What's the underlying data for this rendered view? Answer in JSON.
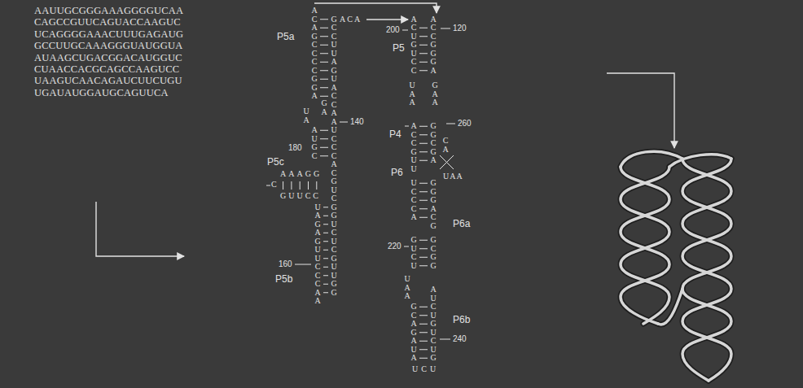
{
  "diagram": {
    "labels": [
      "AAUUGCGGGAAAGGGGUCAA",
      "CAGCCGUUCAGUACCAAGUC",
      "UCAGGGGAAACUUUGAGAUG",
      "GCCUUGCAAAGGGUAUGGUA",
      "AUAAGCUGACGGACAUGGUC",
      "CUAACCACGCAGCCAAGUCC",
      "UAAGUCAACAGAUCUUCUGU",
      "UGAUAUGGAUGCAGUUCA",
      "P5a",
      "P5",
      "P5c",
      "P4",
      "P6",
      "P5b",
      "P6a",
      "P6b",
      "200",
      "120",
      "180",
      "260",
      "140",
      "160",
      "220",
      "240",
      "ACAGCCCCGGA",
      "GA",
      "UA",
      "AUGC",
      "AAAGG",
      "C",
      "GUUCC",
      "UAGAGUUCCCAA",
      "GCCUUAGUACCA",
      "ACA",
      "AUCCCACGUCGGUCUCGUUGG",
      "ACUGUCC",
      "ACCGGGA",
      "UAA",
      "GAA",
      "ACCGUU",
      "GGCGA",
      "CA",
      "UAA",
      "UCCCA",
      "GGGACG",
      "GUCU",
      "GCGG",
      "UAA",
      "GCAGAUA",
      "AUCUGUCUG",
      "UCU"
    ]
  }
}
